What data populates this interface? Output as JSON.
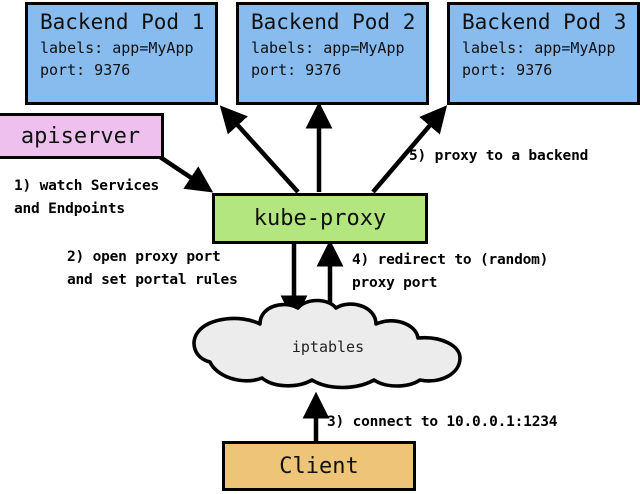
{
  "diagram": {
    "title": "kube-proxy services flow",
    "colors": {
      "pod_fill": "#88bbee",
      "apiserver_fill": "#eec0ee",
      "kubeproxy_fill": "#b4e67f",
      "cloud_fill": "#ececec",
      "client_fill": "#eec478",
      "stroke": "#000000",
      "text": "#111111"
    },
    "nodes": {
      "pod1": {
        "name": "Backend Pod 1",
        "labels_line": "labels: app=MyApp",
        "port_line": "port: 9376"
      },
      "pod2": {
        "name": "Backend Pod 2",
        "labels_line": "labels: app=MyApp",
        "port_line": "port: 9376"
      },
      "pod3": {
        "name": "Backend Pod 3",
        "labels_line": "labels: app=MyApp",
        "port_line": "port: 9376"
      },
      "apiserver": {
        "name": "apiserver"
      },
      "kubeproxy": {
        "name": "kube-proxy"
      },
      "iptables": {
        "name": "iptables"
      },
      "client": {
        "name": "Client"
      }
    },
    "steps": {
      "step1_line1": "1) watch Services",
      "step1_line2": "and Endpoints",
      "step2_line1": "2) open proxy port",
      "step2_line2": "and set portal rules",
      "step3_line1": "3) connect to 10.0.0.1:1234",
      "step4_line1": "4) redirect to (random)",
      "step4_line2": "proxy port",
      "step5_line1": "5) proxy to a backend"
    }
  }
}
